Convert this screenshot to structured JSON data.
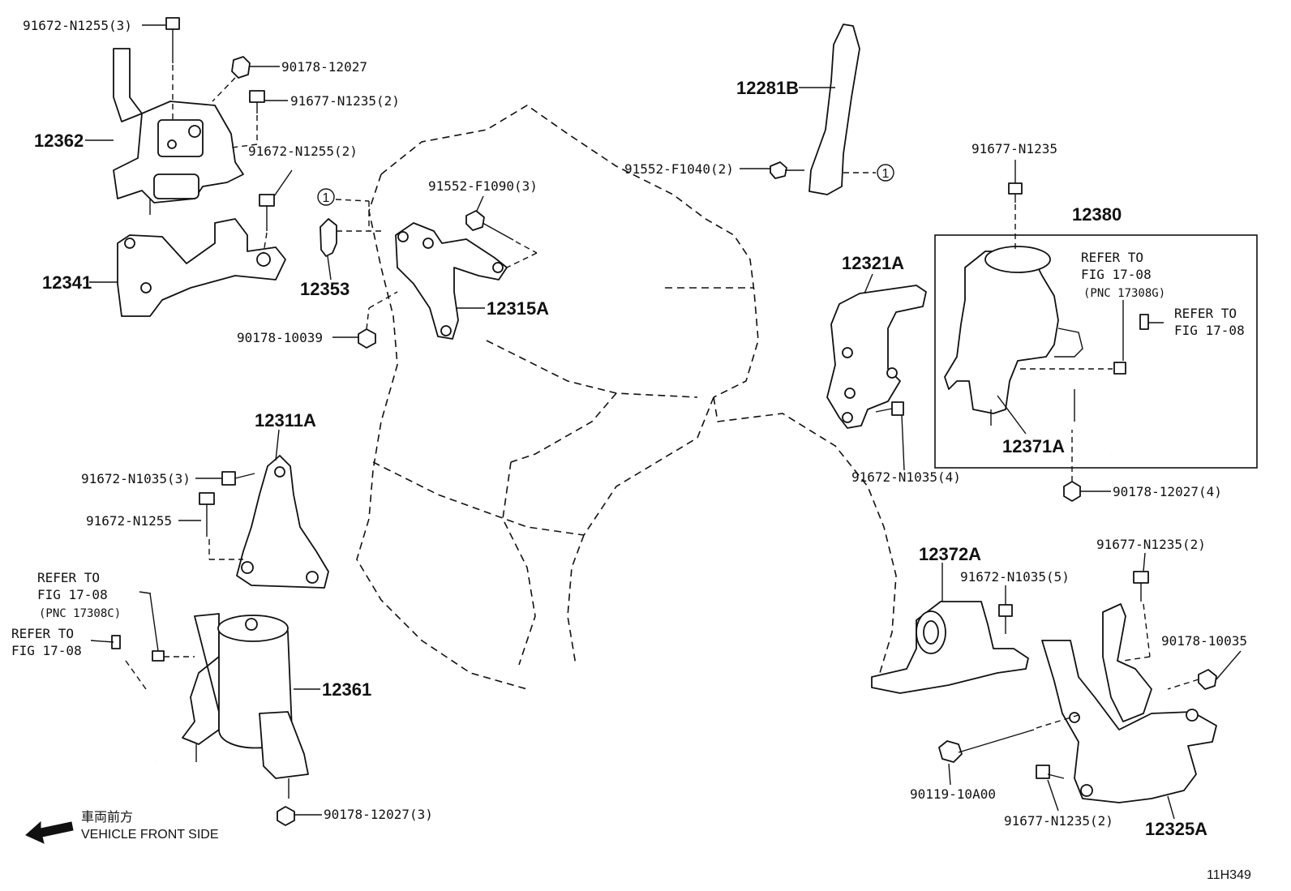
{
  "diagram_id": "11H349",
  "front_caption": {
    "jp": "車両前方",
    "en": "VEHICLE FRONT SIDE"
  },
  "callout_marker": "1",
  "labels": {
    "p91672_N1255_3": "91672-N1255(3)",
    "p90178_12027_a": "90178-12027",
    "p91677_N1235_2a": "91677-N1235(2)",
    "p12362": "12362",
    "p91672_N1255_2": "91672-N1255(2)",
    "p12341": "12341",
    "p12353": "12353",
    "p91552_F1090_3": "91552-F1090(3)",
    "p12315A": "12315A",
    "p90178_10039": "90178-10039",
    "p12281B": "12281B",
    "p91552_F1040_2": "91552-F1040(2)",
    "p91677_N1235_b": "91677-N1235",
    "p12380": "12380",
    "p12321A": "12321A",
    "refer_1": [
      "REFER TO",
      "FIG 17-08",
      "(PNC 17308G)"
    ],
    "refer_2": [
      "REFER TO",
      "FIG 17-08"
    ],
    "p12371A": "12371A",
    "p91672_N1035_4": "91672-N1035(4)",
    "p90178_12027_4": "90178-12027(4)",
    "p12311A": "12311A",
    "p91672_N1035_3": "91672-N1035(3)",
    "p91672_N1255": "91672-N1255",
    "refer_3": [
      "REFER TO",
      "FIG 17-08",
      "(PNC 17308C)"
    ],
    "refer_4": [
      "REFER TO",
      "FIG 17-08"
    ],
    "p12361": "12361",
    "p90178_12027_3": "90178-12027(3)",
    "p12372A": "12372A",
    "p91672_N1035_5": "91672-N1035(5)",
    "p91677_N1235_2c": "91677-N1235(2)",
    "p90178_10035": "90178-10035",
    "p90119_10A00": "90119-10A00",
    "p91677_N1235_2d": "91677-N1235(2)",
    "p12325A": "12325A"
  }
}
